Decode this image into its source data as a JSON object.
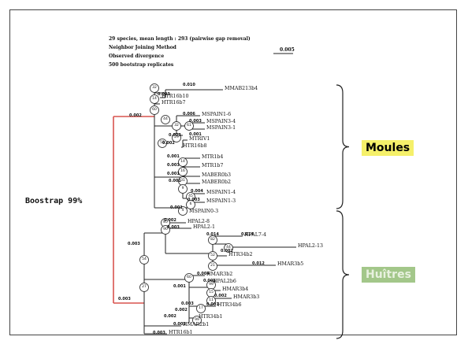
{
  "header": {
    "line1": "29 species, mean length : 293 (pairwise gap removal)",
    "line2": "Neighbor Joining Method",
    "line3": "Observed divergence",
    "line4": "500 bootstrap replicates",
    "scale": "0.005"
  },
  "bootstrap_label": "Boostrap 99%",
  "groups": {
    "moules": {
      "label": "Moules",
      "color": "#f5f06a"
    },
    "huitres": {
      "label": "Huîtres",
      "color": "#a3c78a"
    }
  },
  "colors": {
    "root_branch": "#d9534f",
    "line": "#222222"
  },
  "leaves": [
    "MMAB213b4",
    "HTR16b10",
    "HTR16b7",
    "MSPAIN1-6",
    "MSPAIN3-4",
    "MSPAIN3-1",
    "MTRIV1",
    "HTR16b8",
    "MTR1b4",
    "MTR1b7",
    "MABER0b3",
    "MABER0b2",
    "MSPAIN1-4",
    "MSPAIN1-3",
    "MSPAIN0-3",
    "HPAL2-8",
    "HPAL2-1",
    "HPAL7-4",
    "HPAL2-13",
    "HTR34b2",
    "HMAR3b5",
    "HMAR3b2",
    "HPAL2b6",
    "HMAR3b4",
    "HMAR3b3",
    "HTR34b6",
    "HTR34b1",
    "HMAR2b1",
    "HTR16b1"
  ],
  "branch_values": [
    "0.010",
    "0.003",
    "0.002",
    "0.006",
    "0.003",
    "0.001",
    "0.003",
    "0.002",
    "0.001",
    "0.003",
    "0.001",
    "0.001",
    "0.004",
    "0.003",
    "0.001",
    "0.002",
    "0.003",
    "0.014",
    "0.014",
    "0.002",
    "0.012",
    "0.004",
    "0.001",
    "0.002",
    "0.001",
    "0.003",
    "0.002",
    "0.003",
    "0.003",
    "0.002",
    "0.003",
    "0.001",
    "0.002"
  ],
  "bootstrap_values": [
    "32",
    "14",
    "60",
    "44",
    "32",
    "61",
    "29",
    "55",
    "14",
    "16",
    "31",
    "9",
    "45",
    "6",
    "4",
    "85",
    "90",
    "82",
    "44",
    "52",
    "21",
    "60",
    "99",
    "15",
    "11",
    "17",
    "99",
    "27",
    "54"
  ]
}
